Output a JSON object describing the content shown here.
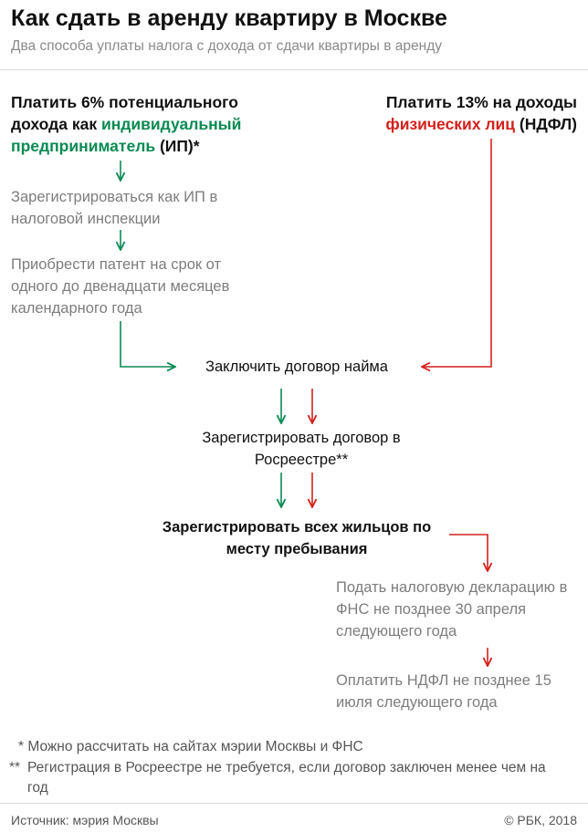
{
  "title": "Как сдать в аренду квартиру в Москве",
  "subtitle": "Два способа уплаты налога с дохода от сдачи квартиры в аренду",
  "left_option": {
    "prefix": "Платить 6% потенциального дохода как ",
    "highlight": "индивидуальный предприниматель",
    "suffix": " (ИП)*"
  },
  "right_option": {
    "prefix": "Платить 13% на доходы ",
    "highlight": "физических лиц",
    "suffix": " (НДФЛ)"
  },
  "steps": {
    "register_ip": "Зарегистрироваться как ИП в налоговой инспекции",
    "buy_patent": "Приобрести патент на срок от одного до двенадцати месяцев календарного года",
    "sign_contract": "Заключить договор найма",
    "register_contract": "Зарегистрировать договор в Росреестре**",
    "register_residents": "Зарегистрировать всех жильцов по месту пребывания",
    "file_declaration": "Подать налоговую декларацию в ФНС не позднее 30 апреля следующего года",
    "pay_ndfl": "Оплатить НДФЛ не позднее 15 июля следующего года"
  },
  "footnotes": {
    "note1_mark": "*",
    "note1": "Можно рассчитать на сайтах мэрии Москвы и ФНС",
    "note2_mark": "**",
    "note2": "Регистрация в Росреестре не требуется, если договор заключен менее чем на год"
  },
  "source": "Источник: мэрия Москвы",
  "copyright": "© РБК, 2018",
  "colors": {
    "green": "#0a8a52",
    "red": "#d3211c",
    "gray_text": "#7d7d7d"
  }
}
